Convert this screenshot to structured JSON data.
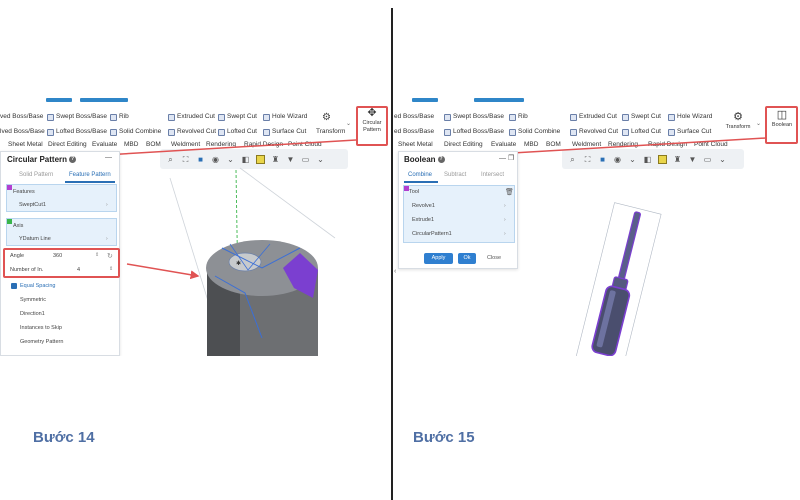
{
  "left": {
    "ribbon": {
      "row1": [
        "ved Boss/Base",
        "Swept Boss/Base",
        "Rib",
        "Extruded Cut",
        "Swept Cut",
        "Hole Wizard"
      ],
      "row2": [
        "lved Boss/Base",
        "Lofted Boss/Base",
        "Solid Combine",
        "Revolved Cut",
        "Lofted Cut",
        "Surface Cut",
        "Transform"
      ],
      "tabs": [
        "Sheet Metal",
        "Direct Editing",
        "Evaluate",
        "MBD",
        "BOM",
        "Weldment",
        "Rendering",
        "Rapid Design",
        "Point Cloud"
      ],
      "circular_pattern_button": "Circular Pattern"
    },
    "panel": {
      "title": "Circular Pattern",
      "help": "?",
      "tab_solid": "Solid Pattern",
      "tab_feature": "Feature Pattern",
      "features_label": "Features",
      "features_value": "SweptCut1",
      "axis_label": "Axis",
      "axis_value": "YDatum Line",
      "angle_label": "Angle",
      "angle_value": "360",
      "number_label": "Number of In.",
      "number_value": "4",
      "equal_spacing": "Equal Spacing",
      "symmetric": "Symmetric",
      "direction": "Direction1",
      "instances_skip": "Instances to Skip",
      "geometry_pattern": "Geometry Pattern"
    },
    "step": "Bước 14"
  },
  "right": {
    "ribbon": {
      "row1": [
        "ed Boss/Base",
        "Swept Boss/Base",
        "Rib",
        "Extruded Cut",
        "Swept Cut",
        "Hole Wizard"
      ],
      "row2": [
        "ed Boss/Base",
        "Lofted Boss/Base",
        "Solid Combine",
        "Revolved Cut",
        "Lofted Cut",
        "Surface Cut"
      ],
      "tabs": [
        "Sheet Metal",
        "Direct Editing",
        "Evaluate",
        "MBD",
        "BOM",
        "Weldment",
        "Rendering",
        "Rapid Design",
        "Point Cloud"
      ],
      "transform_button": "Transform",
      "boolean_button": "Boolean"
    },
    "panel": {
      "title": "Boolean",
      "help": "?",
      "tab_combine": "Combine",
      "tab_subtract": "Subtract",
      "tab_intersect": "Intersect",
      "tool_label": "Tool",
      "items": [
        "Revolve1",
        "Extrude1",
        "CircularPattern1"
      ],
      "apply": "Apply",
      "ok": "Ok",
      "close": "Close"
    },
    "step": "Bước 15"
  },
  "colors": {
    "highlight": "#e05353",
    "accent": "#2f7fd0",
    "purple": "#7b3fd0",
    "step": "#4f6fa4"
  }
}
